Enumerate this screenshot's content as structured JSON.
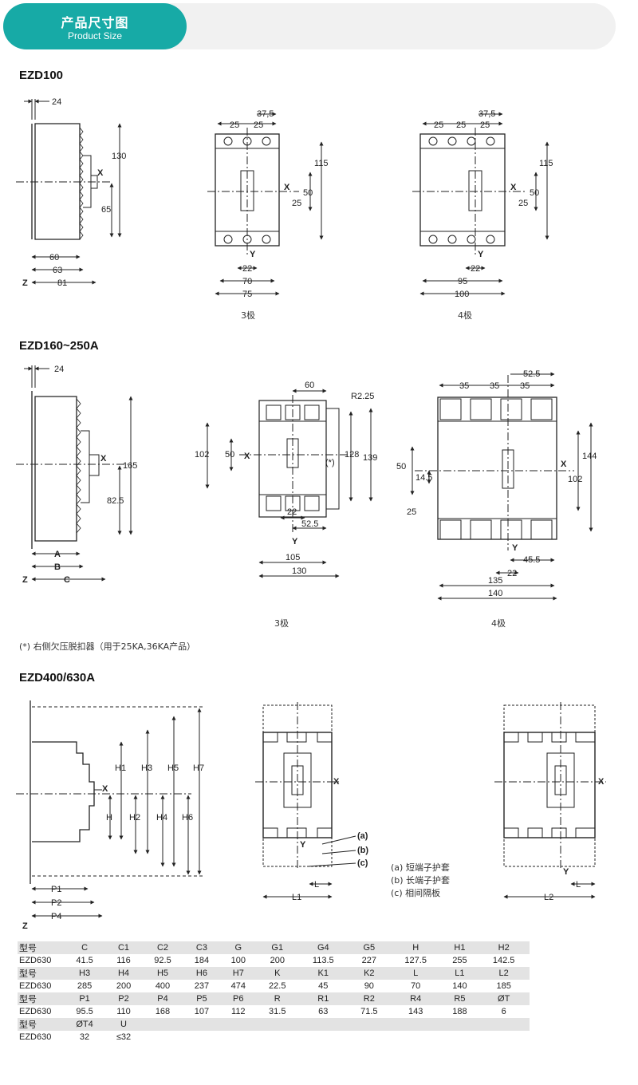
{
  "header": {
    "title_cn": "产品尺寸图",
    "title_en": "Product Size"
  },
  "sections": {
    "ezd100": {
      "title": "EZD100",
      "caption_3p": "3极",
      "caption_4p": "4极"
    },
    "ezd160": {
      "title": "EZD160~250A",
      "caption_3p": "3极",
      "caption_4p": "4极",
      "note": "(*) 右侧欠压脱扣器（用于25KA,36KA产品）"
    },
    "ezd400": {
      "title": "EZD400/630A"
    }
  },
  "dims": {
    "ezd100_side": [
      "24",
      "130",
      "X",
      "65",
      "60",
      "63",
      "81",
      "Z"
    ],
    "ezd100_3p": [
      "37,5",
      "25",
      "25",
      "115",
      "X",
      "50",
      "25",
      "Y",
      "22",
      "70",
      "75"
    ],
    "ezd100_4p": [
      "37,5",
      "25",
      "25",
      "25",
      "115",
      "X",
      "50",
      "25",
      "Y",
      "22",
      "95",
      "100"
    ],
    "ezd160_side": [
      "24",
      "165",
      "X",
      "82.5",
      "A",
      "B",
      "C",
      "Z"
    ],
    "ezd160_3p": [
      "60",
      "R2.25",
      "102",
      "50",
      "X",
      "128",
      "139",
      "(*)",
      "22",
      "52.5",
      "Y",
      "105",
      "130"
    ],
    "ezd160_4p": [
      "52.5",
      "35",
      "35",
      "35",
      "144",
      "X",
      "50",
      "14.5",
      "102",
      "25",
      "Y",
      "45.5",
      "22",
      "135",
      "140"
    ],
    "ezd400_side": [
      "H1",
      "H3",
      "H5",
      "H7",
      "X",
      "H",
      "H2",
      "H4",
      "H6",
      "P1",
      "P2",
      "P4",
      "Z"
    ],
    "ezd400_3p": [
      "X",
      "Y",
      "(a)",
      "(b)",
      "(c)",
      "L",
      "L1"
    ],
    "ezd400_4p": [
      "X",
      "Y",
      "L",
      "L2"
    ]
  },
  "legend": [
    "(a) 短端子护套",
    "(b) 长端子护套",
    "(c) 相间隔板"
  ],
  "table": [
    [
      "型号",
      "C",
      "C1",
      "C2",
      "C3",
      "G",
      "G1",
      "G4",
      "G5",
      "H",
      "H1",
      "H2"
    ],
    [
      "EZD630",
      "41.5",
      "116",
      "92.5",
      "184",
      "100",
      "200",
      "113.5",
      "227",
      "127.5",
      "255",
      "142.5"
    ],
    [
      "型号",
      "H3",
      "H4",
      "H5",
      "H6",
      "H7",
      "K",
      "K1",
      "K2",
      "L",
      "L1",
      "L2"
    ],
    [
      "EZD630",
      "285",
      "200",
      "400",
      "237",
      "474",
      "22.5",
      "45",
      "90",
      "70",
      "140",
      "185"
    ],
    [
      "型号",
      "P1",
      "P2",
      "P4",
      "P5",
      "P6",
      "R",
      "R1",
      "R2",
      "R4",
      "R5",
      "ØT"
    ],
    [
      "EZD630",
      "95.5",
      "110",
      "168",
      "107",
      "112",
      "31.5",
      "63",
      "71.5",
      "143",
      "188",
      "6"
    ],
    [
      "型号",
      "ØT4",
      "U",
      "",
      "",
      "",
      "",
      "",
      "",
      "",
      "",
      ""
    ],
    [
      "EZD630",
      "32",
      "≤32",
      "",
      "",
      "",
      "",
      "",
      "",
      "",
      "",
      ""
    ]
  ]
}
